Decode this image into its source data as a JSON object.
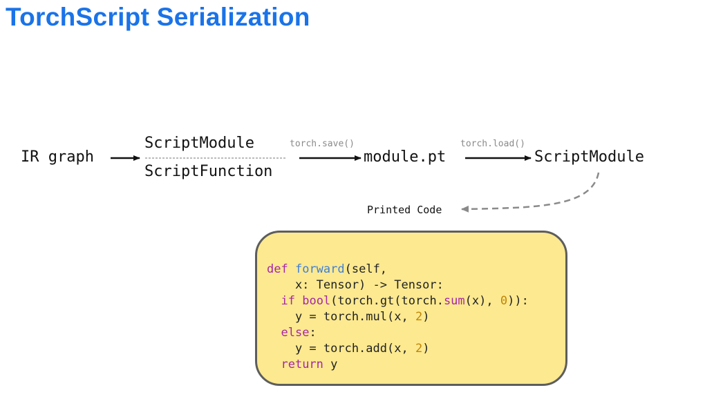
{
  "title": "TorchScript Serialization",
  "diagram": {
    "ir_graph": "IR graph",
    "script_module_top": "ScriptModule",
    "script_function": "ScriptFunction",
    "save_label": "torch.save()",
    "module_file": "module.pt",
    "load_label": "torch.load()",
    "script_module_loaded": "ScriptModule",
    "printed_code_label": "Printed Code"
  },
  "code": {
    "l1_kw": "def",
    "l1_fn": "forward",
    "l1_rest": "(self,",
    "l2": "    x: Tensor) -> Tensor:",
    "l3_kw": "if",
    "l3_bool": "bool",
    "l3_a": "(torch.gt(torch.",
    "l3_sum": "sum",
    "l3_b": "(x), ",
    "l3_num": "0",
    "l3_c": ")):",
    "l4_a": "    y = torch.mul(x, ",
    "l4_num": "2",
    "l4_b": ")",
    "l5_kw": "else",
    "l5_b": ":",
    "l6_a": "    y = torch.add(x, ",
    "l6_num": "2",
    "l6_b": ")",
    "l7_kw": "return",
    "l7_b": " y"
  }
}
